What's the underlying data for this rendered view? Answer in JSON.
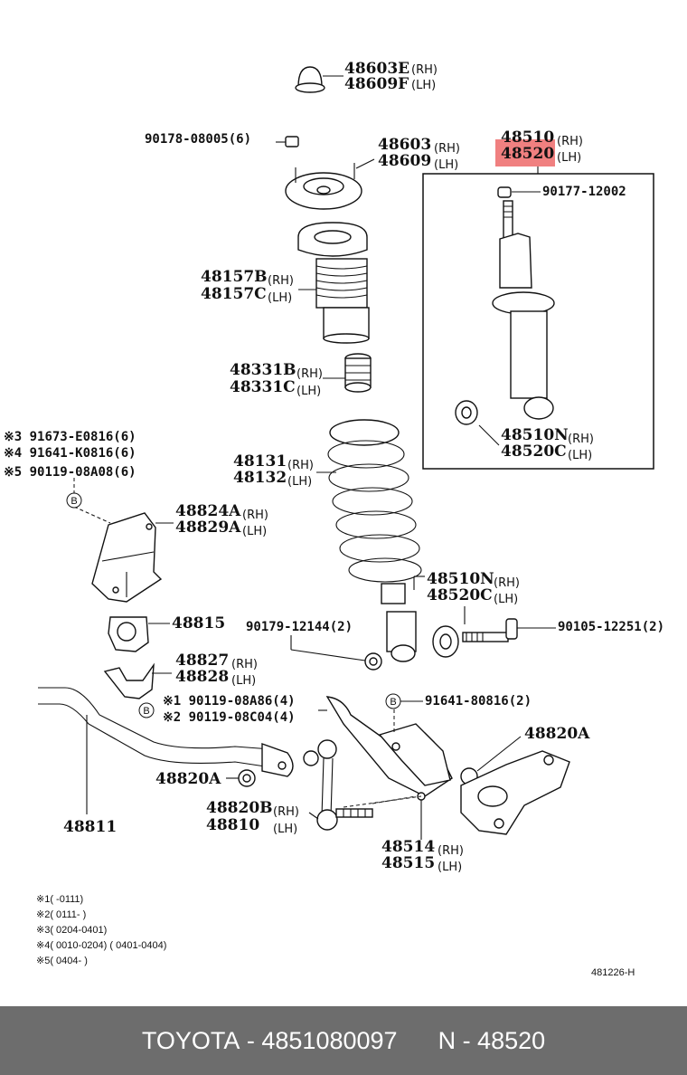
{
  "labels": {
    "p48603E": "48603E",
    "p48603E_s": "(RH)",
    "p48609F": "48609F",
    "p48609F_s": "(LH)",
    "p90178": "90178-08005(6)",
    "p48603": "48603",
    "p48603_s": "(RH)",
    "p48609": "48609",
    "p48609_s": "(LH)",
    "p48510": "48510",
    "p48510_s": "(RH)",
    "p48520": "48520",
    "p48520_s": "(LH)",
    "p90177": "90177-12002",
    "p48157B": "48157B",
    "p48157B_s": "(RH)",
    "p48157C": "48157C",
    "p48157C_s": "(LH)",
    "p48331B": "48331B",
    "p48331B_s": "(RH)",
    "p48331C": "48331C",
    "p48331C_s": "(LH)",
    "p48510N_a": "48510N",
    "p48510N_a_s": "(RH)",
    "p48520C_a": "48520C",
    "p48520C_a_s": "(LH)",
    "p91673": "※3 91673-E0816(6)",
    "p91641K": "※4 91641-K0816(6)",
    "p90119A08": "※5 90119-08A08(6)",
    "p48131": "48131",
    "p48131_s": "(RH)",
    "p48132": "48132",
    "p48132_s": "(LH)",
    "p48824A": "48824A",
    "p48824A_s": "(RH)",
    "p48829A": "48829A",
    "p48829A_s": "(LH)",
    "p48510N_b": "48510N",
    "p48510N_b_s": "(RH)",
    "p48520C_b": "48520C",
    "p48520C_b_s": "(LH)",
    "p48815": "48815",
    "p90179": "90179-12144(2)",
    "p90105": "90105-12251(2)",
    "p48827": "48827",
    "p48827_s": "(RH)",
    "p48828": "48828",
    "p48828_s": "(LH)",
    "p90119A86": "※1 90119-08A86(4)",
    "p90119C04": "※2 90119-08C04(4)",
    "p91641_80816": "91641-80816(2)",
    "p48820A_r": "48820A",
    "p48820A_l": "48820A",
    "p48820B": "48820B",
    "p48820B_s": "(RH)",
    "p48810": "48810",
    "p48810_s": "(LH)",
    "p48811": "48811",
    "p48514": "48514",
    "p48514_s": "(RH)",
    "p48515": "48515",
    "p48515_s": "(LH)",
    "callout_b": "B"
  },
  "notes": [
    "※1(        -0111)",
    "※2( 0111-        )",
    "※3( 0204-0401)",
    "※4( 0010-0204)  ( 0401-0404)",
    "※5( 0404-        )"
  ],
  "ref_code": "481226-H",
  "highlight_color": "#f08080",
  "footer": {
    "brand": "TOYOTA",
    "part_number": "4851080097",
    "ref": "N - 48520",
    "separator": " - "
  }
}
